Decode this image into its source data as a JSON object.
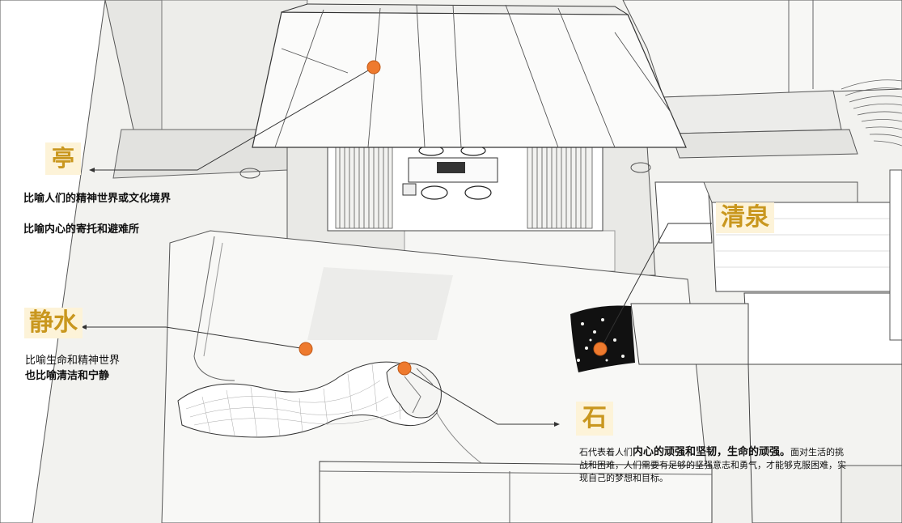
{
  "callouts": {
    "ting": {
      "title": "亭",
      "lines": [
        "比喻人们的精神世界或文化境界",
        "比喻内心的寄托和避难所"
      ]
    },
    "jingshui": {
      "title": "静水",
      "lines": [
        "比喻生命和精神世界",
        "也比喻清洁和宁静"
      ]
    },
    "qingquan": {
      "title": "清泉"
    },
    "shi": {
      "title": "石",
      "text_prefix": "石代表着人们",
      "text_emphasis": "内心的顽强和坚韧，生命的顽强。",
      "text_rest": "面对生活的挑战和困难，人们需要有足够的坚强意志和勇气，才能够克服困难，实现自己的梦想和目标。"
    }
  },
  "colors": {
    "label_bg": "#fdf3d8",
    "label_text": "#c9971e",
    "marker": "#ee7a2e",
    "line": "#333333"
  }
}
